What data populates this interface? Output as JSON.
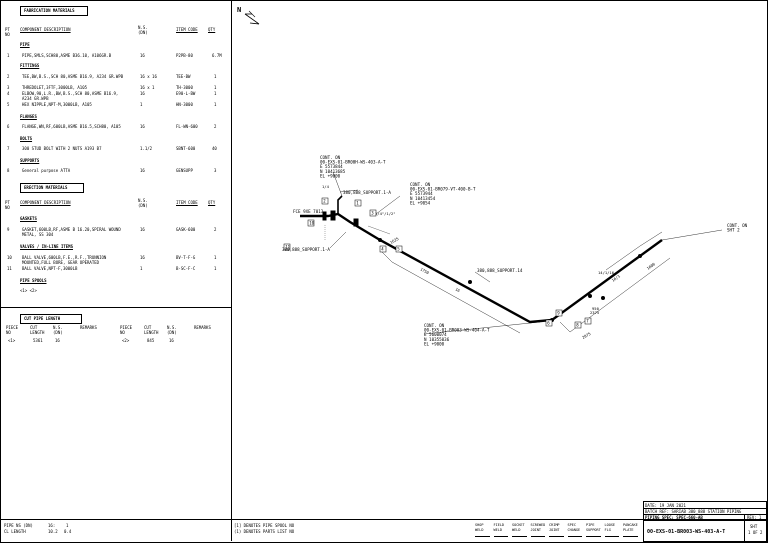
{
  "fabrication": {
    "title": "FABRICATION MATERIALS",
    "col_pt": "PT\nNO",
    "col_desc": "COMPONENT DESCRIPTION",
    "col_ns": "N.S.\n(DN)",
    "col_code": "ITEM CODE",
    "col_qty": "QTY",
    "groups": [
      {
        "name": "PIPE",
        "items": [
          {
            "pt": "1",
            "desc": "PIPE,SMLS,SCH80,ASME B36.10, A106GR.B",
            "ns": "16",
            "code": "P2PB-80",
            "qty": "6.7M"
          }
        ]
      },
      {
        "name": "FITTINGS",
        "items": [
          {
            "pt": "2",
            "desc": "TEE,BW,B.S.,SCH 80,ASME B16.9, A234 GR.WPB",
            "ns": "16 x 16",
            "code": "TEE-BW",
            "qty": "1"
          },
          {
            "pt": "3",
            "desc": "THREDOLET,3FTF,3000LB, A105",
            "ns": "16 x 1",
            "code": "TH-3000",
            "qty": "1"
          },
          {
            "pt": "4",
            "desc": "ELBOW,90,L.R.,BW,B.S.,SCH 80,ASME B16.9, A234 GR.WPB",
            "ns": "16",
            "code": "E90-L-BW",
            "qty": "1"
          },
          {
            "pt": "5",
            "desc": "HEX NIPPLE,NPT-M,3000LB, A105",
            "ns": "1",
            "code": "HN-3000",
            "qty": "1"
          }
        ]
      },
      {
        "name": "FLANGES",
        "items": [
          {
            "pt": "6",
            "desc": "FLANGE,WN,RF,600LB,ASME B16.5,SCH80, A105",
            "ns": "16",
            "code": "FL-WN-600",
            "qty": "2"
          }
        ]
      },
      {
        "name": "BOLTS",
        "items": [
          {
            "pt": "7",
            "desc": "300 STUD BOLT WITH 2 NUTS A193 B7",
            "ns": "1.1/2",
            "code": "SBNT-600",
            "qty": "40"
          }
        ]
      },
      {
        "name": "SUPPORTS",
        "items": [
          {
            "pt": "8",
            "desc": "General purpose ATTA",
            "ns": "16",
            "code": "GENSUPP",
            "qty": "3"
          }
        ]
      }
    ]
  },
  "erection": {
    "title": "ERECTION MATERIALS",
    "col_pt": "PT\nNO",
    "col_desc": "COMPONENT DESCRIPTION",
    "col_ns": "N.S.\n(DN)",
    "col_code": "ITEM CODE",
    "col_qty": "QTY",
    "groups": [
      {
        "name": "GASKETS",
        "items": [
          {
            "pt": "9",
            "desc": "GASKET,600LB,RF,ASME B 16.20,SPIRAL WOUND METAL, SS 304",
            "ns": "16",
            "code": "GASK-600",
            "qty": "2"
          }
        ]
      },
      {
        "name": "VALVES / IN-LINE ITEMS",
        "items": [
          {
            "pt": "10",
            "desc": "BALL VALVE,600LB,F.E.,R.F.,TRUNNION MOUNTED,FULL BORE, GEAR OPERATED",
            "ns": "16",
            "code": "BV-T-F-G",
            "qty": "1"
          },
          {
            "pt": "11",
            "desc": "BALL VALVE,NPT-F,3000LB",
            "ns": "1",
            "code": "B-SC-F-C",
            "qty": "1"
          }
        ]
      },
      {
        "name": "PIPE SPOOLS",
        "items": []
      }
    ],
    "spool_ref": "<1> <2>"
  },
  "cut_length": {
    "title": "CUT PIPE LENGTH",
    "headers": [
      "PIECE\nNO",
      "CUT\nLENGTH",
      "N.S.\n(DN)",
      "REMARKS",
      "PIECE\nNO",
      "CUT\nLENGTH",
      "N.S.\n(DN)",
      "REMARKS"
    ],
    "row": [
      "<1>",
      "5361",
      "16",
      "",
      "<2>",
      "845",
      "16",
      ""
    ]
  },
  "bottom_left": {
    "line1_label": "PIPE NS (DN)",
    "line1_val": "16:",
    "line1_val2": "1",
    "line2_label": "CL LENGTH",
    "line2_val": "10.2",
    "line2_val2": "0.4"
  },
  "legend": {
    "line1": "[1] DENOTES PIPE SPOOL NO",
    "line2": "(1) DENOTES PARTS LIST NO"
  },
  "symbols": [
    "SHOP WELD",
    "FIELD WELD",
    "SOCKET WELD",
    "SCREWED JOINT",
    "CRIMP JOINT",
    "SPEC CHANGE",
    "PIPE SUPPORT",
    "LOOSE FLG",
    "PANCAKE PLATE"
  ],
  "title_block": {
    "date": "DATE: 19 JAN 2021",
    "batch": "BATCH REF: SARIAB 380_888  STATION PIPING",
    "spec": "PIPING SPEC: SPEC-660-AB",
    "rev": "REV: 1",
    "drawing_no": "00-EXS-01-BR003-WS-403-A-T",
    "sheet_label": "SHT",
    "sheet": "1 OF 2"
  },
  "iso": {
    "north": "N",
    "cont_top": [
      "CONT. ON",
      "00-EXS-01-BR00H-WS-403-A-T",
      "E 5573844",
      "N 10413685",
      "EL +9000"
    ],
    "support_1": "380,888_SUPPORT.1-A",
    "support_1b": "380,888_SUPPORT.1-A",
    "support_14": "380,888_SUPPORT.14",
    "cont_mid": [
      "CONT. ON",
      "00-EXS-01-BR079-VT-400-B-T",
      "E 5573944",
      "N 10413454",
      "EL +9054"
    ],
    "cont_right": [
      "CONT. ON",
      "SHT 2"
    ],
    "cont_bottom": [
      "CONT. ON",
      "00-EXS-01-BR003-WS-404-A-T",
      "E 5600074",
      "N 10355036",
      "EL +9000"
    ],
    "flange_tag": "FCE 9XE 7013",
    "dims": [
      "1/4",
      "1625",
      "1750",
      "16",
      "950",
      "16/1",
      "2375",
      "1600",
      "14/1/16",
      "2075",
      "1/4\"/1/2\""
    ],
    "balloons": [
      "1",
      "2",
      "3",
      "4",
      "5",
      "6",
      "7",
      "8",
      "9",
      "10",
      "11"
    ]
  }
}
